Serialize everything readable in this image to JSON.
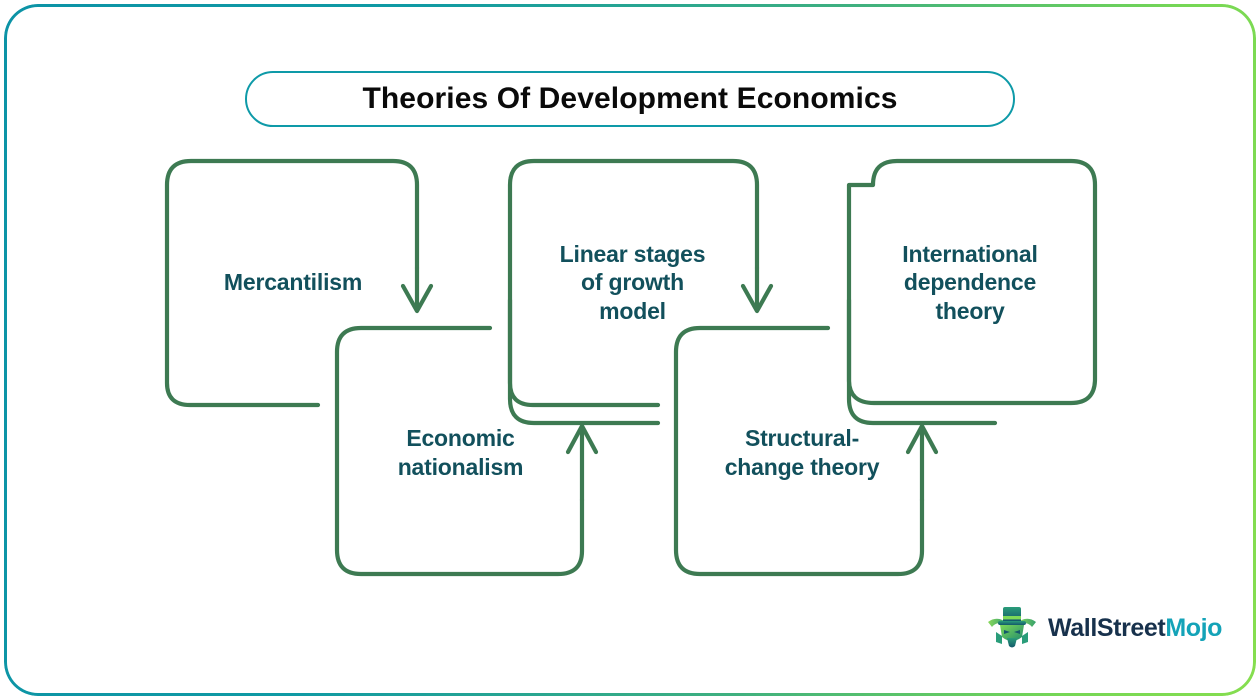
{
  "page": {
    "title": "Theories Of Development Economics",
    "frame_gradient_from": "#0c93a6",
    "frame_gradient_to": "#86de4f",
    "background": "#ffffff"
  },
  "title_pill": {
    "label": "Theories Of Development Economics",
    "border_color": "#0e9aa8",
    "text_color": "#0a0a0a"
  },
  "diagram": {
    "stroke_color": "#3d7a52",
    "text_color": "#12505c",
    "flow_direction": "left-to-right zig-zag",
    "boxes": [
      {
        "id": "box-1",
        "label": "Mercantilism",
        "row": "top",
        "order": 1
      },
      {
        "id": "box-2",
        "label": "Economic nationalism",
        "row": "bottom",
        "order": 2
      },
      {
        "id": "box-3",
        "label": "Linear stages of growth model",
        "row": "top",
        "order": 3
      },
      {
        "id": "box-4",
        "label": "Structural-change theory",
        "row": "bottom",
        "order": 4
      },
      {
        "id": "box-5",
        "label": "International dependence theory",
        "row": "top",
        "order": 5
      }
    ],
    "box_1_lines": [
      "Mercantilism"
    ],
    "box_2_lines": [
      "Economic",
      "nationalism"
    ],
    "box_3_lines": [
      "Linear stages",
      "of growth",
      "model"
    ],
    "box_4_lines": [
      "Structural-",
      "change theory"
    ],
    "box_5_lines": [
      "International",
      "dependence",
      "theory"
    ],
    "connectors": [
      {
        "from": "box-1",
        "to": "box-2",
        "arrow": "down"
      },
      {
        "from": "box-2",
        "to": "box-3",
        "arrow": "up"
      },
      {
        "from": "box-3",
        "to": "box-4",
        "arrow": "down"
      },
      {
        "from": "box-4",
        "to": "box-5",
        "arrow": "up"
      }
    ]
  },
  "logo": {
    "name_part_1": "WallStreet",
    "name_part_2": "Mojo",
    "color_part_1": "#17314c",
    "color_part_2": "#14a3b8",
    "mark": "bull-mascot-top-hat-icon"
  }
}
